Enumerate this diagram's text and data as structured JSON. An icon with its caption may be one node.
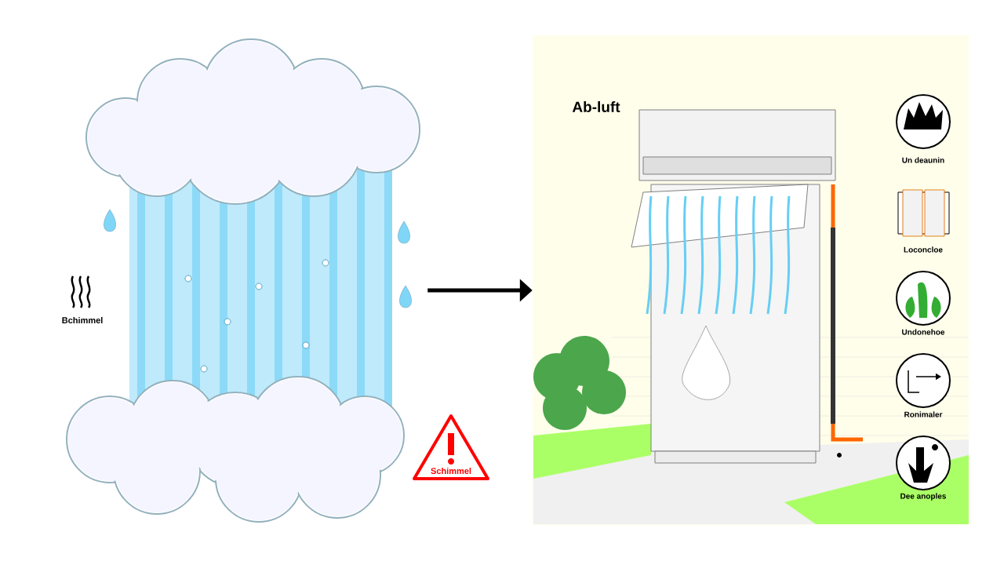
{
  "diagram": {
    "nodes": [
      {
        "text": [],
        "shape": "picture"
      },
      {
        "text": [],
        "shape": "picture"
      }
    ],
    "edges": [
      {
        "from": 0,
        "to": 1,
        "arrow": "to"
      }
    ],
    "labels": [
      "Bchimmel",
      "Schimmel",
      "Ab-luft",
      "Un deaunin",
      "Loconcloe",
      "Undonehoe",
      "Ronimaler",
      "Dee anoples"
    ]
  }
}
